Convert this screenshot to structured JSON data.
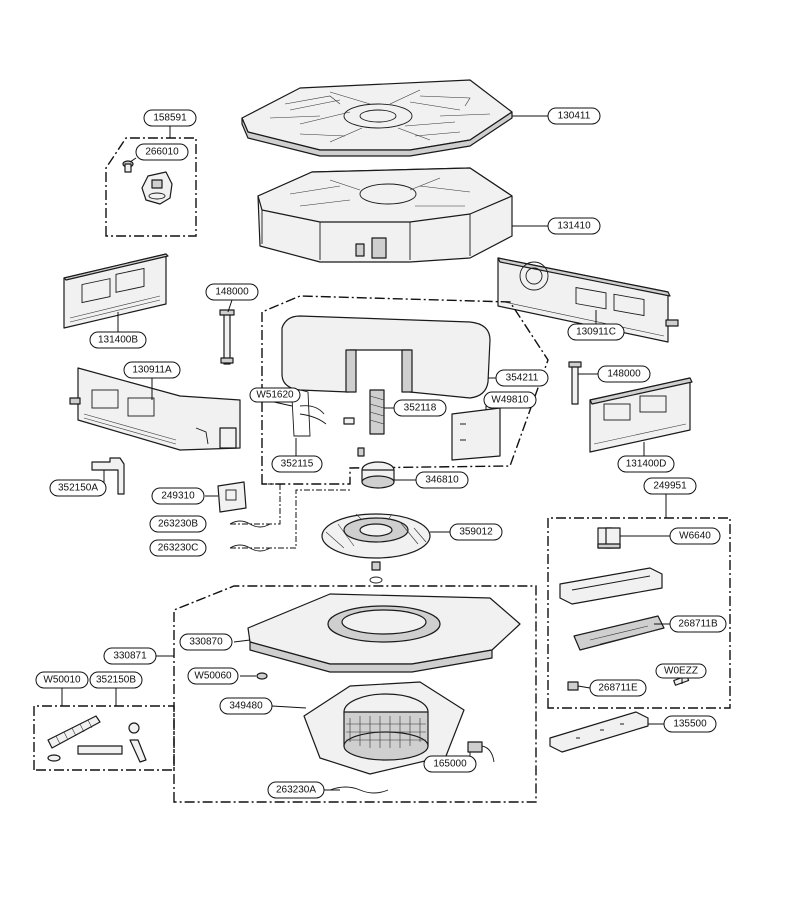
{
  "labels": {
    "l130411": "130411",
    "l131410": "131410",
    "l158591": "158591",
    "l266010": "266010",
    "l131400B": "131400B",
    "l148000a": "148000",
    "l130911C": "130911C",
    "l130911A": "130911A",
    "lW51620": "W51620",
    "l354211": "354211",
    "l352118": "352118",
    "lW49810": "W49810",
    "l148000b": "148000",
    "l352115": "352115",
    "l131400D": "131400D",
    "l352150A": "352150A",
    "l249310": "249310",
    "l346810": "346810",
    "l249951": "249951",
    "l263230B": "263230B",
    "l263230C": "263230C",
    "l359012": "359012",
    "lW6640": "W6640",
    "l330870": "330870",
    "l268711B": "268711B",
    "l330871": "330871",
    "lW50010": "W50010",
    "l352150B": "352150B",
    "lW50060": "W50060",
    "lW0EZZ": "W0EZZ",
    "l268711E": "268711E",
    "l349480": "349480",
    "l135500": "135500",
    "l165000": "165000",
    "l263230A": "263230A"
  }
}
